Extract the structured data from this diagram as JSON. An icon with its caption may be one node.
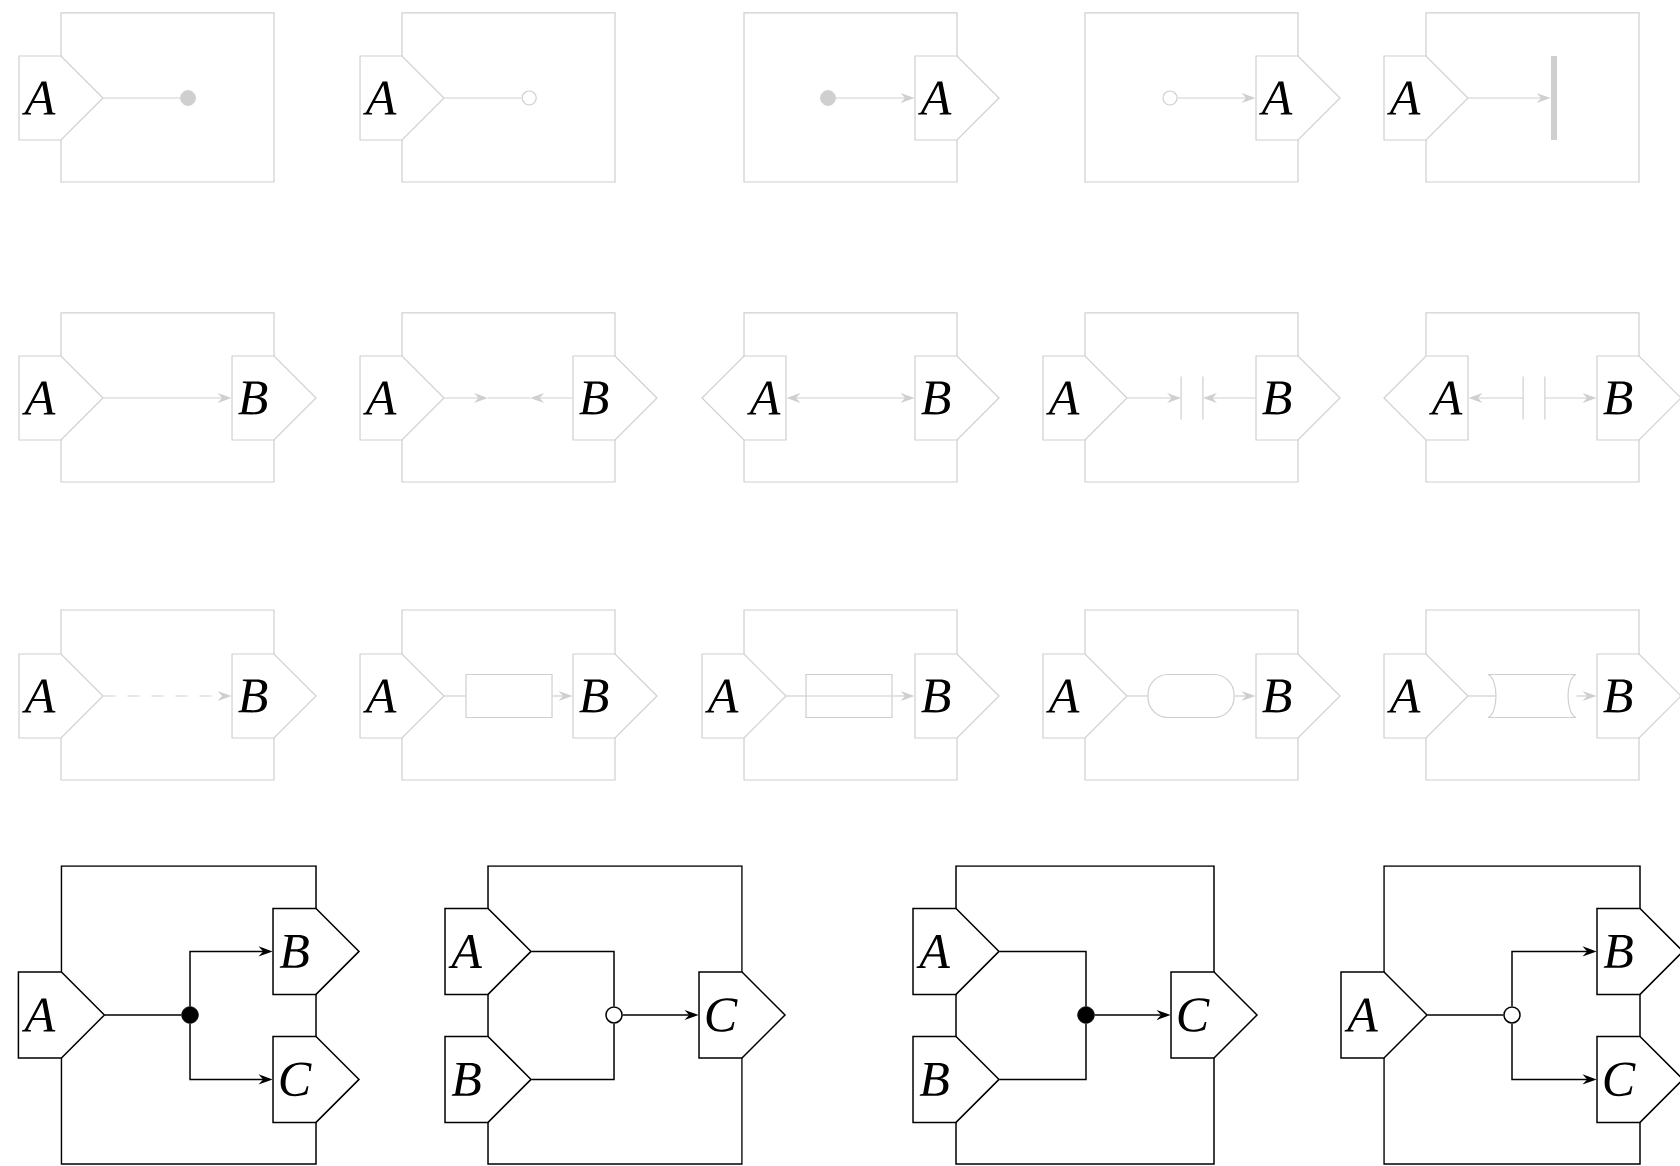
{
  "diagram": {
    "nodes": [
      {
        "text": [
          "A"
        ]
      },
      {
        "text": [],
        "shape": "dot"
      },
      {
        "text": [
          "A"
        ]
      },
      {
        "text": [],
        "shape": "circle"
      },
      {
        "text": [],
        "shape": "dot"
      },
      {
        "text": [
          "A"
        ]
      },
      {
        "text": [],
        "shape": "circle"
      },
      {
        "text": [
          "A"
        ]
      },
      {
        "text": [
          "A"
        ]
      },
      {
        "text": [],
        "shape": "bar"
      },
      {
        "text": [
          "A"
        ]
      },
      {
        "text": [
          "B"
        ]
      },
      {
        "text": [
          "A"
        ]
      },
      {
        "text": [
          "B"
        ]
      },
      {
        "text": [
          "A"
        ]
      },
      {
        "text": [
          "B"
        ]
      },
      {
        "text": [
          "A"
        ]
      },
      {
        "text": [],
        "shape": "bar"
      },
      {
        "text": [
          "B"
        ]
      },
      {
        "text": [
          "A"
        ]
      },
      {
        "text": [],
        "shape": "bar"
      },
      {
        "text": [
          "B"
        ]
      },
      {
        "text": [
          "A"
        ]
      },
      {
        "text": [
          "B"
        ]
      },
      {
        "text": [
          "A"
        ]
      },
      {
        "text": [],
        "shape": "box"
      },
      {
        "text": [
          "B"
        ]
      },
      {
        "text": [
          "A"
        ]
      },
      {
        "text": [],
        "shape": "box"
      },
      {
        "text": [
          "B"
        ]
      },
      {
        "text": [
          "A"
        ]
      },
      {
        "text": [],
        "shape": "capsule"
      },
      {
        "text": [
          "B"
        ]
      },
      {
        "text": [
          "A"
        ]
      },
      {
        "text": [],
        "shape": "cylinder"
      },
      {
        "text": [
          "B"
        ]
      },
      {
        "text": [
          "A"
        ]
      },
      {
        "text": [],
        "shape": "dot"
      },
      {
        "text": [
          "B"
        ]
      },
      {
        "text": [
          "C"
        ]
      },
      {
        "text": [
          "A"
        ]
      },
      {
        "text": [
          "B"
        ]
      },
      {
        "text": [],
        "shape": "circle"
      },
      {
        "text": [
          "C"
        ]
      },
      {
        "text": [
          "A"
        ]
      },
      {
        "text": [
          "B"
        ]
      },
      {
        "text": [],
        "shape": "dot"
      },
      {
        "text": [
          "C"
        ]
      },
      {
        "text": [
          "A"
        ]
      },
      {
        "text": [],
        "shape": "circle"
      },
      {
        "text": [
          "B"
        ]
      },
      {
        "text": [
          "C"
        ]
      }
    ],
    "edges": [
      {
        "from": 0,
        "to": 1,
        "arrow": "none"
      },
      {
        "from": 2,
        "to": 3,
        "arrow": "none"
      },
      {
        "from": 4,
        "to": 5,
        "arrow": "to"
      },
      {
        "from": 6,
        "to": 7,
        "arrow": "to"
      },
      {
        "from": 8,
        "to": 9,
        "arrow": "to"
      },
      {
        "from": 10,
        "to": 11,
        "arrow": "to"
      },
      {
        "from": 12,
        "to": null,
        "arrow": "to"
      },
      {
        "from": 13,
        "to": null,
        "arrow": "to"
      },
      {
        "from": 14,
        "to": 15,
        "arrow": "both"
      },
      {
        "from": 16,
        "to": 17,
        "arrow": "to"
      },
      {
        "from": 18,
        "to": 17,
        "arrow": "to"
      },
      {
        "from": 20,
        "to": 19,
        "arrow": "to"
      },
      {
        "from": 20,
        "to": 21,
        "arrow": "to"
      },
      {
        "from": 22,
        "to": 23,
        "arrow": "to",
        "style": "dashed"
      },
      {
        "from": 24,
        "to": 25,
        "arrow": "none"
      },
      {
        "from": 25,
        "to": 26,
        "arrow": "to"
      },
      {
        "from": 27,
        "to": 28,
        "arrow": "none"
      },
      {
        "from": 28,
        "to": 29,
        "arrow": "to"
      },
      {
        "from": 30,
        "to": 31,
        "arrow": "none"
      },
      {
        "from": 31,
        "to": 32,
        "arrow": "to"
      },
      {
        "from": 33,
        "to": 34,
        "arrow": "none"
      },
      {
        "from": 34,
        "to": 35,
        "arrow": "to"
      },
      {
        "from": 36,
        "to": 37,
        "arrow": "none",
        "color": "#000000"
      },
      {
        "from": 37,
        "to": 38,
        "arrow": "to",
        "color": "#000000"
      },
      {
        "from": 37,
        "to": 39,
        "arrow": "to",
        "color": "#000000"
      },
      {
        "from": 40,
        "to": 42,
        "arrow": "none",
        "color": "#000000"
      },
      {
        "from": 41,
        "to": 42,
        "arrow": "none",
        "color": "#000000"
      },
      {
        "from": 42,
        "to": 43,
        "arrow": "to",
        "color": "#000000"
      },
      {
        "from": 44,
        "to": 46,
        "arrow": "none",
        "color": "#000000"
      },
      {
        "from": 45,
        "to": 46,
        "arrow": "none",
        "color": "#000000"
      },
      {
        "from": 46,
        "to": 47,
        "arrow": "to",
        "color": "#000000"
      },
      {
        "from": 48,
        "to": 49,
        "arrow": "none",
        "color": "#000000"
      },
      {
        "from": 49,
        "to": 50,
        "arrow": "to",
        "color": "#000000"
      },
      {
        "from": 49,
        "to": 51,
        "arrow": "to",
        "color": "#000000"
      }
    ]
  }
}
